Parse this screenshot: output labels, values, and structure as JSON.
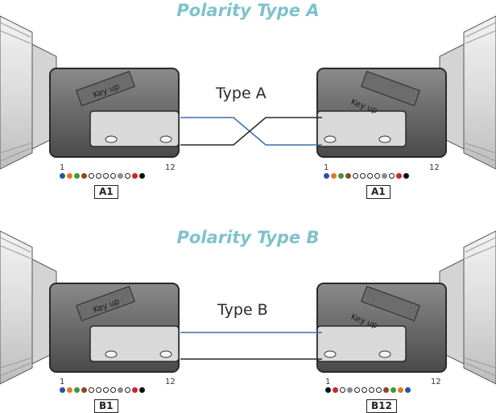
{
  "headings": {
    "top": "Polarity Type A",
    "bottom": "Polarity Type B"
  },
  "types": {
    "a": "Type A",
    "b": "Type B"
  },
  "key_text": "Key up",
  "fiber_positions": {
    "first": "1",
    "last": "12"
  },
  "colors": {
    "heading": "#7ec2cc",
    "fiber_order": [
      "#2a52a6",
      "#e07a1f",
      "#3a9a3a",
      "#8a4a24",
      "#8c8c8c",
      "#ffffff",
      "#c62828",
      "#111111",
      "#e8d22a",
      "#7b3fa0",
      "#e75b9b",
      "#33aacc"
    ]
  },
  "connectors": {
    "type_a_left": {
      "code": "A1",
      "dots": [
        "#2a52a6",
        "#e07a1f",
        "#3a9a3a",
        "#8a4a24",
        "#ffffff",
        "#ffffff",
        "#ffffff",
        "#ffffff",
        "#8c8c8c",
        "#ffffff",
        "#c62828",
        "#111111"
      ]
    },
    "type_a_right": {
      "code": "A1",
      "dots": [
        "#2a52a6",
        "#e07a1f",
        "#3a9a3a",
        "#8a4a24",
        "#ffffff",
        "#ffffff",
        "#ffffff",
        "#ffffff",
        "#8c8c8c",
        "#ffffff",
        "#c62828",
        "#111111"
      ]
    },
    "type_b_left": {
      "code": "B1",
      "dots": [
        "#2a52a6",
        "#e07a1f",
        "#3a9a3a",
        "#8a4a24",
        "#ffffff",
        "#ffffff",
        "#ffffff",
        "#ffffff",
        "#8c8c8c",
        "#ffffff",
        "#c62828",
        "#111111"
      ]
    },
    "type_b_right": {
      "code": "B12",
      "dots": [
        "#111111",
        "#c62828",
        "#ffffff",
        "#8c8c8c",
        "#ffffff",
        "#ffffff",
        "#ffffff",
        "#ffffff",
        "#8a4a24",
        "#3a9a3a",
        "#e07a1f",
        "#2a52a6"
      ]
    }
  }
}
